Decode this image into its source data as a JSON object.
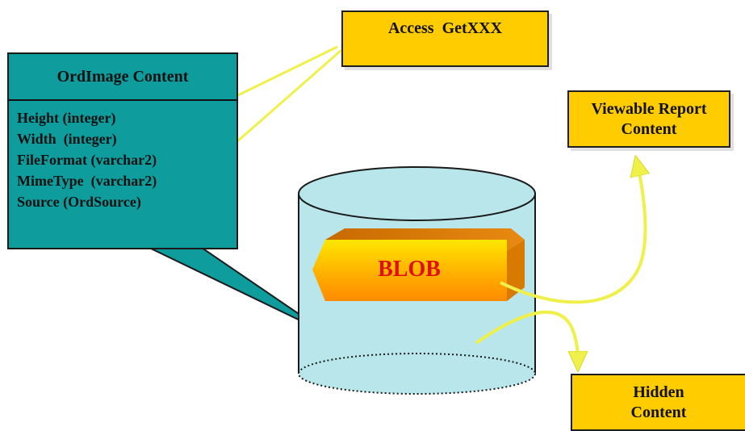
{
  "access_box": {
    "label": "Access  GetXXX"
  },
  "viewable_box": {
    "line1": "Viewable Report",
    "line2": "Content"
  },
  "hidden_box": {
    "line1": "Hidden",
    "line2": "Content"
  },
  "ord_panel": {
    "title": "OrdImage Content",
    "fields": [
      "Height (integer)",
      "Width  (integer)",
      "FileFormat (varchar2)",
      "MimeType  (varchar2)",
      "Source (OrdSource)"
    ]
  },
  "blob": {
    "label": "BLOB"
  },
  "colors": {
    "box_fill": "#ffcc00",
    "panel_fill": "#0f9c9c",
    "cylinder_fill": "#b8e6ea",
    "arrow_color": "#f0f04a",
    "blob_text": "#e01010"
  }
}
